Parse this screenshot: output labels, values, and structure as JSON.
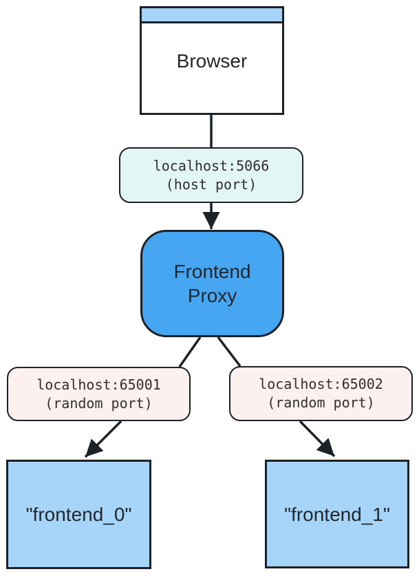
{
  "colors": {
    "stroke": "#1c2127",
    "text": "#22272c",
    "text_mono": "#332e2b",
    "proxy_bg": "#46a6f2",
    "frontend_bg": "#a7d4f9",
    "titlebar_bg": "#a7d4f9",
    "host_label_bg": "#e1f6f5",
    "random_label_bg": "#fcf1ef",
    "canvas_bg": "#ffffff"
  },
  "nodes": {
    "browser": {
      "label": "Browser",
      "shape": "browser-window"
    },
    "proxy": {
      "label": "Frontend Proxy",
      "shape": "rounded-rect"
    },
    "frontend0": {
      "label": "\"frontend_0\"",
      "shape": "rect"
    },
    "frontend1": {
      "label": "\"frontend_1\"",
      "shape": "rect"
    }
  },
  "edge_labels": {
    "host": {
      "line1": "localhost:5066",
      "line2": "(host port)"
    },
    "random1": {
      "line1": "localhost:65001",
      "line2": "(random port)"
    },
    "random2": {
      "line1": "localhost:65002",
      "line2": "(random port)"
    }
  }
}
